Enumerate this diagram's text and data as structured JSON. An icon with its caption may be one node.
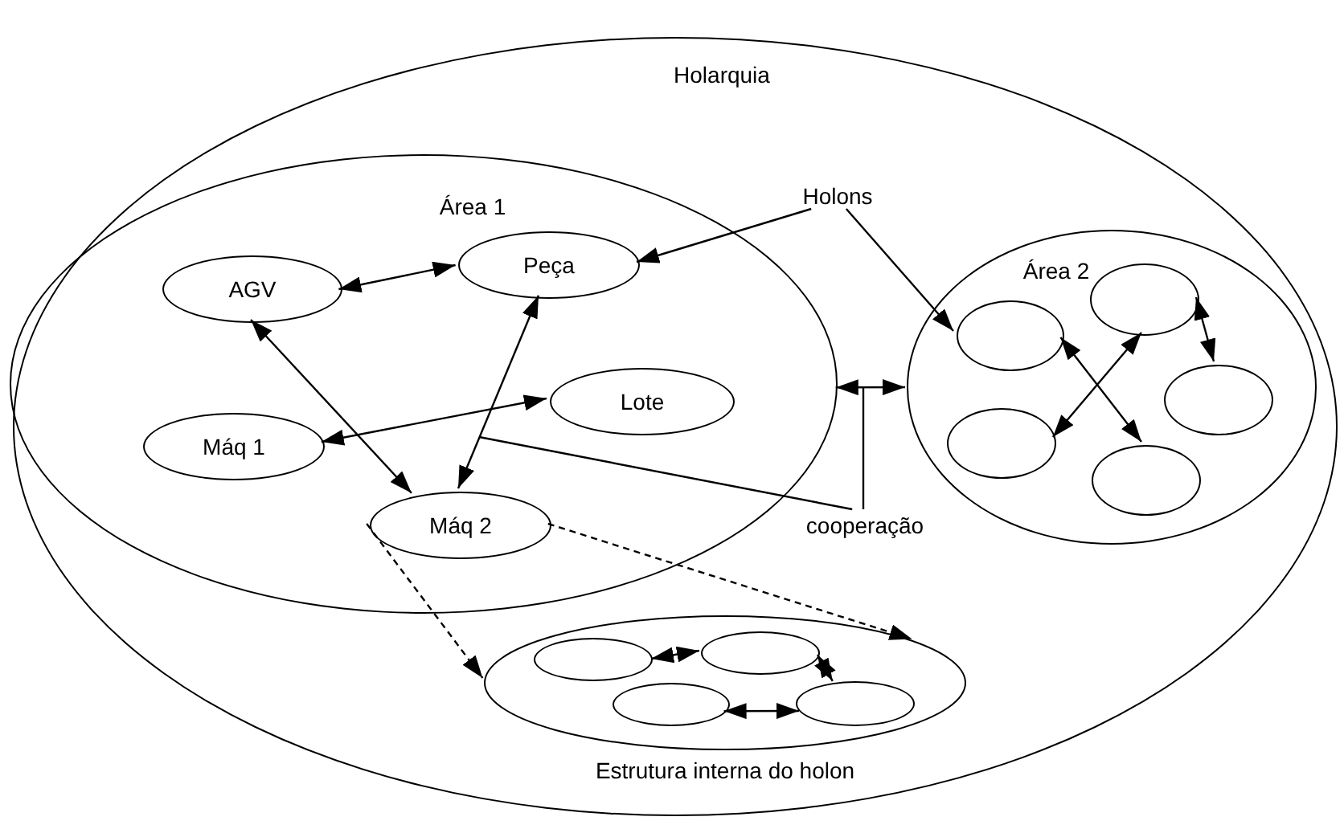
{
  "diagram": {
    "nodes": [
      {
        "text": [
          "Holarquia"
        ]
      },
      {
        "text": [
          "Área 1"
        ],
        "in": 0
      },
      {
        "text": [
          "AGV"
        ],
        "in": 1
      },
      {
        "text": [
          "Peça"
        ],
        "in": 1
      },
      {
        "text": [
          "Lote"
        ],
        "in": 1
      },
      {
        "text": [
          "Máq 1"
        ],
        "in": 1
      },
      {
        "text": [
          "Máq 2"
        ],
        "in": 1
      },
      {
        "text": [
          "Área 2"
        ],
        "in": 0
      },
      {
        "text": [],
        "shape": "circle",
        "in": 7
      },
      {
        "text": [],
        "shape": "circle",
        "in": 7
      },
      {
        "text": [],
        "shape": "circle",
        "in": 7
      },
      {
        "text": [],
        "shape": "circle",
        "in": 7
      },
      {
        "text": [],
        "shape": "circle",
        "in": 7
      },
      {
        "text": [
          "Estrutura interna do holon"
        ],
        "in": 0
      },
      {
        "text": [],
        "shape": "circle",
        "in": 13
      },
      {
        "text": [],
        "shape": "circle",
        "in": 13
      },
      {
        "text": [],
        "shape": "circle",
        "in": 13
      },
      {
        "text": [],
        "shape": "circle",
        "in": 13
      },
      {
        "text": [
          "Holons"
        ],
        "in": 0
      },
      {
        "text": [
          "cooperação"
        ],
        "in": 0
      }
    ],
    "edges": [
      {
        "from": 2,
        "to": 3,
        "arrow": "both"
      },
      {
        "from": 2,
        "to": 6,
        "arrow": "both"
      },
      {
        "from": 3,
        "to": 6,
        "arrow": "both"
      },
      {
        "from": 5,
        "to": 4,
        "arrow": "both"
      },
      {
        "from": 6,
        "to": 13,
        "arrow": "to",
        "style": "dashed"
      },
      {
        "from": 6,
        "to": 13,
        "arrow": "to",
        "style": "dashed"
      },
      {
        "from": 1,
        "to": 7,
        "arrow": "both"
      },
      {
        "from": 9,
        "to": 12,
        "arrow": "both"
      },
      {
        "from": 11,
        "to": 8,
        "arrow": "both"
      },
      {
        "from": 8,
        "to": 10,
        "arrow": "both"
      },
      {
        "from": 14,
        "to": 15,
        "arrow": "both"
      },
      {
        "from": 15,
        "to": 17,
        "arrow": "both"
      },
      {
        "from": 16,
        "to": 17,
        "arrow": "both"
      },
      {
        "from": 18,
        "to": 3,
        "arrow": "to"
      },
      {
        "from": 18,
        "to": 9,
        "arrow": "to"
      },
      {
        "from": 19,
        "to": null,
        "arrow": "none"
      },
      {
        "from": 19,
        "to": null,
        "arrow": "none"
      }
    ]
  }
}
